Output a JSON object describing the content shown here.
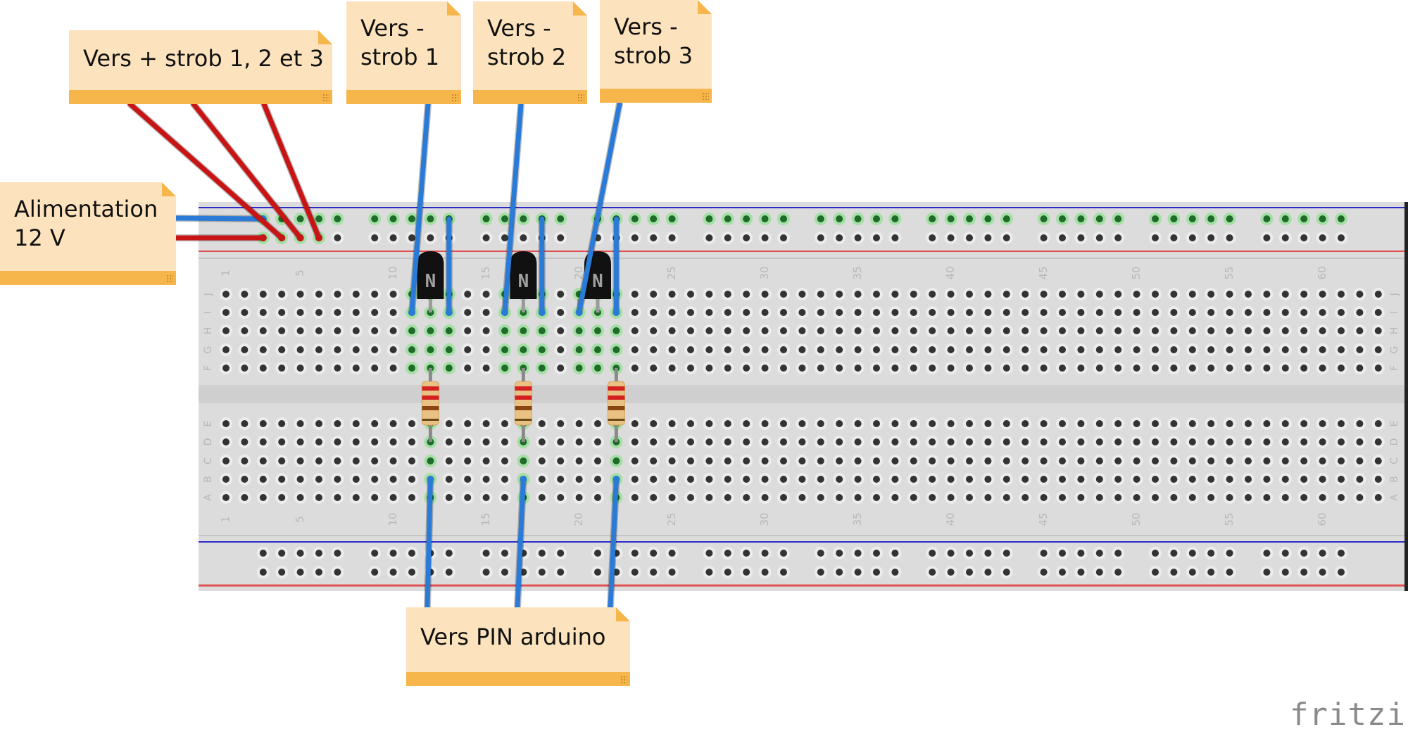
{
  "app": {
    "logo_text": "fritzing"
  },
  "notes": {
    "power": "Alimentation\n12 V",
    "plus_strob": "Vers + strob 1, 2 et 3",
    "minus_strob_1": "Vers -\nstrob 1",
    "minus_strob_2": "Vers -\nstrob 2",
    "minus_strob_3": "Vers -\nstrob 3",
    "arduino": "Vers PIN arduino"
  },
  "breadboard": {
    "columns": 63,
    "column_labels": [
      "1",
      "5",
      "10",
      "15",
      "20",
      "25",
      "30",
      "35",
      "40",
      "45",
      "50",
      "55",
      "60"
    ],
    "rows_top": [
      "J",
      "I",
      "H",
      "G",
      "F"
    ],
    "rows_bottom": [
      "E",
      "D",
      "C",
      "B",
      "A"
    ],
    "rail_groups_start_columns": [
      3,
      9,
      15,
      21,
      27,
      33,
      39,
      45,
      51,
      57
    ],
    "colors": {
      "board": "#dcdcdc",
      "hole": "#333333",
      "hole_active": "#1e6b2a",
      "highlight": "#8fe08f",
      "rail_blue": "#2c2cc8",
      "rail_red": "#e05050"
    }
  },
  "components": {
    "transistors": [
      {
        "label": "N",
        "type": "NPN",
        "columns": [
          11,
          12,
          13
        ]
      },
      {
        "label": "N",
        "type": "NPN",
        "columns": [
          16,
          17,
          18
        ]
      },
      {
        "label": "N",
        "type": "NPN",
        "columns": [
          20,
          21,
          22
        ]
      }
    ],
    "resistors": [
      {
        "column": 12,
        "from_row": "F",
        "to_row": "D",
        "bands": [
          "#d42020",
          "#d42020",
          "#8b4513",
          "#6b4a1a"
        ]
      },
      {
        "column": 17,
        "from_row": "F",
        "to_row": "D",
        "bands": [
          "#d42020",
          "#d42020",
          "#8b4513",
          "#6b4a1a"
        ]
      },
      {
        "column": 22,
        "from_row": "F",
        "to_row": "D",
        "bands": [
          "#d42020",
          "#d42020",
          "#8b4513",
          "#6b4a1a"
        ]
      }
    ],
    "wire_colors": {
      "red": "#c81414",
      "blue": "#2a7bd8"
    }
  }
}
